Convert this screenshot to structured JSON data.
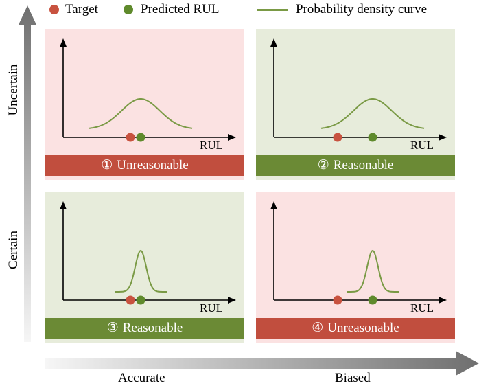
{
  "legend": {
    "target_label": "Target",
    "predicted_label": "Predicted RUL",
    "curve_label": "Probability density curve"
  },
  "colors": {
    "target": "#c8523f",
    "predicted": "#5f8a2c",
    "curve": "#7a9a45",
    "pink_bg": "#fbe2e2",
    "green_bg": "#e7ecdb",
    "red_banner": "#c14e3e",
    "olive_banner": "#6b8a35"
  },
  "axes": {
    "y_top_label": "Uncertain",
    "y_bottom_label": "Certain",
    "x_left_label": "Accurate",
    "x_right_label": "Biased"
  },
  "quadrants": [
    {
      "number": "①",
      "label": "Unreasonable",
      "axis_label": "RUL",
      "uncertainty": "uncertain",
      "bias": "accurate"
    },
    {
      "number": "②",
      "label": "Reasonable",
      "axis_label": "RUL",
      "uncertainty": "uncertain",
      "bias": "biased"
    },
    {
      "number": "③",
      "label": "Reasonable",
      "axis_label": "RUL",
      "uncertainty": "certain",
      "bias": "accurate"
    },
    {
      "number": "④",
      "label": "Unreasonable",
      "axis_label": "RUL",
      "uncertainty": "certain",
      "bias": "biased"
    }
  ]
}
